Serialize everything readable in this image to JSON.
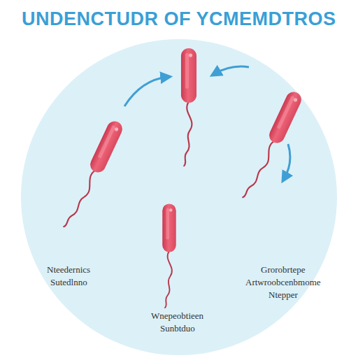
{
  "diagram": {
    "title": "UNDENCTUDR OF YCMEMDTROS",
    "labels": [
      "Nteedernics",
      "Sutedlnno",
      "Grorobrtepe",
      "Artwroobcenbmome",
      "Ntepper",
      "Wnepeobtieen",
      "Sunbtduo"
    ]
  }
}
